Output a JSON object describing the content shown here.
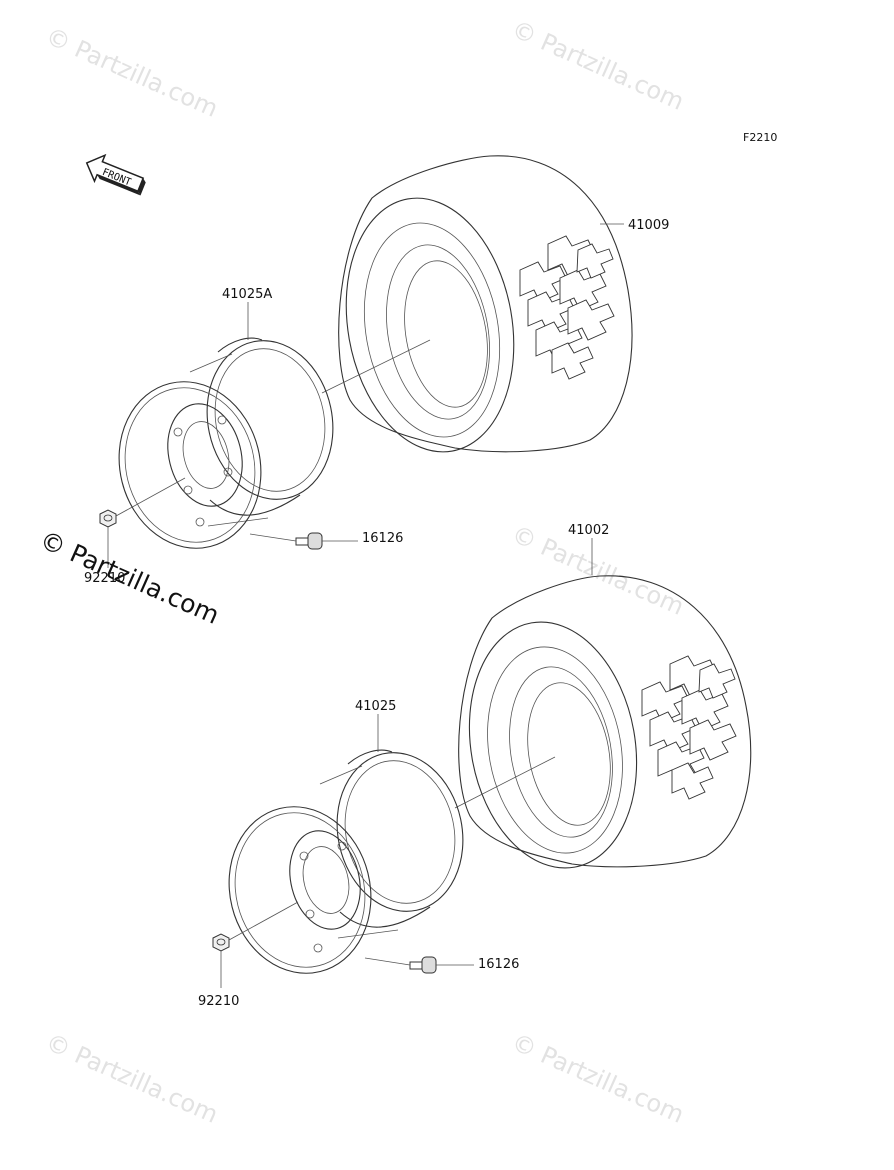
{
  "diagram": {
    "figure_code": "F2210",
    "front_label": "FRONT",
    "parts": {
      "tire_rear": "41009",
      "wheel_rear": "41025A",
      "valve_upper": "16126",
      "nut_upper": "92210",
      "tire_front": "41002",
      "wheel_front": "41025",
      "valve_lower": "16126",
      "nut_lower": "92210"
    },
    "watermarks": {
      "faint": "© Partzilla.com",
      "dark": "© Partzilla.com"
    }
  },
  "colors": {
    "line": "#333333",
    "watermark_faint": "#e2e2e2",
    "watermark_dark": "#111111"
  }
}
